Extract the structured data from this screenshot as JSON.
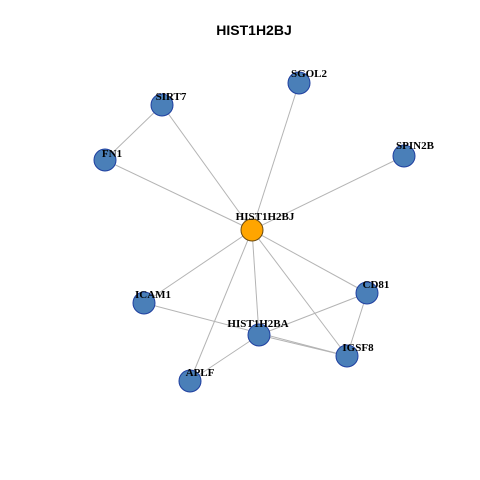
{
  "title": "HIST1H2BJ",
  "center": "HIST1H2BJ",
  "colors": {
    "node": "#4a7fb8",
    "center": "#ffa500",
    "edge": "#b4b4b4"
  },
  "nodes": [
    "HIST1H2BJ",
    "SGOL2",
    "SIRT7",
    "FN1",
    "SPIN2B",
    "ICAM1",
    "CD81",
    "HIST1H2BA",
    "IGSF8",
    "APLF"
  ],
  "edges": [
    [
      "HIST1H2BJ",
      "SGOL2"
    ],
    [
      "HIST1H2BJ",
      "SIRT7"
    ],
    [
      "HIST1H2BJ",
      "FN1"
    ],
    [
      "HIST1H2BJ",
      "SPIN2B"
    ],
    [
      "HIST1H2BJ",
      "ICAM1"
    ],
    [
      "HIST1H2BJ",
      "HIST1H2BA"
    ],
    [
      "HIST1H2BJ",
      "CD81"
    ],
    [
      "HIST1H2BJ",
      "IGSF8"
    ],
    [
      "HIST1H2BJ",
      "APLF"
    ],
    [
      "SIRT7",
      "FN1"
    ],
    [
      "ICAM1",
      "IGSF8"
    ],
    [
      "HIST1H2BA",
      "CD81"
    ],
    [
      "HIST1H2BA",
      "IGSF8"
    ],
    [
      "HIST1H2BA",
      "APLF"
    ],
    [
      "CD81",
      "IGSF8"
    ]
  ]
}
